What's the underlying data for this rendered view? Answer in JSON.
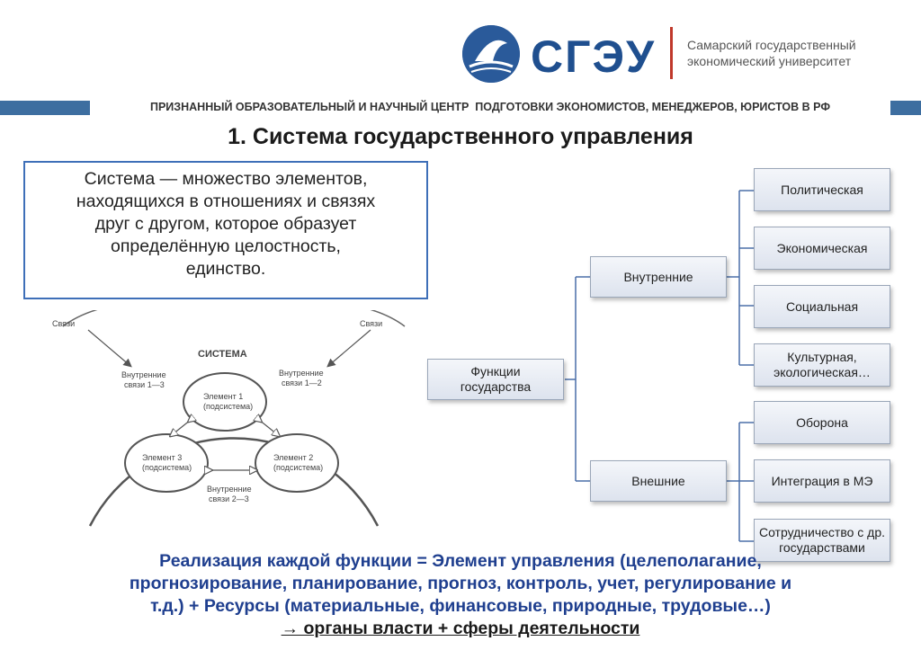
{
  "header": {
    "logo_text": "СГЭУ",
    "university_line1": "Самарский государственный",
    "university_line2": "экономический университет",
    "tagline": "ПРИЗНАННЫЙ ОБРАЗОВАТЕЛЬНЫЙ И НАУЧНЫЙ ЦЕНТР  ПОДГОТОВКИ ЭКОНОМИСТОВ, МЕНЕДЖЕРОВ, ЮРИСТОВ В РФ",
    "brand_color": "#1f4f8f",
    "accent_color": "#c0392b"
  },
  "title": "1. Система государственного управления",
  "definition": {
    "line1": "Система — множество элементов,",
    "line2": "находящихся в отношениях и связях",
    "line3": "друг с другом, которое образует",
    "line4": "определённую целостность,",
    "line5": "единство."
  },
  "system_diagram": {
    "title": "СИСТЕМА",
    "links_left": "Связи",
    "links_right": "Связи",
    "inner_13": [
      "Внутренние",
      "связи 1—3"
    ],
    "inner_12": [
      "Внутренние",
      "связи 1—2"
    ],
    "inner_23": [
      "Внутренние",
      "связи 2—3"
    ],
    "element1": [
      "Элемент 1",
      "(подсистема)"
    ],
    "element2": [
      "Элемент 2",
      "(подсистема)"
    ],
    "element3": [
      "Элемент 3",
      "(подсистема)"
    ]
  },
  "tree": {
    "root": [
      "Функции",
      "государства"
    ],
    "internal": "Внутренние",
    "external": "Внешние",
    "internal_children": [
      "Политическая",
      "Экономическая",
      "Социальная",
      "Культурная, экологическая…"
    ],
    "external_children": [
      "Оборона",
      "Интеграция в МЭ",
      "Сотрудничество с др. государствами"
    ]
  },
  "bottom": {
    "line1": "Реализация каждой функции = Элемент управления (целеполагание,",
    "line2": "прогнозирование, планирование, прогноз, контроль, учет, регулирование и",
    "line3": "т.д.) + Ресурсы (материальные, финансовые, природные, трудовые…)",
    "line4": "→ органы власти + сферы деятельности"
  }
}
